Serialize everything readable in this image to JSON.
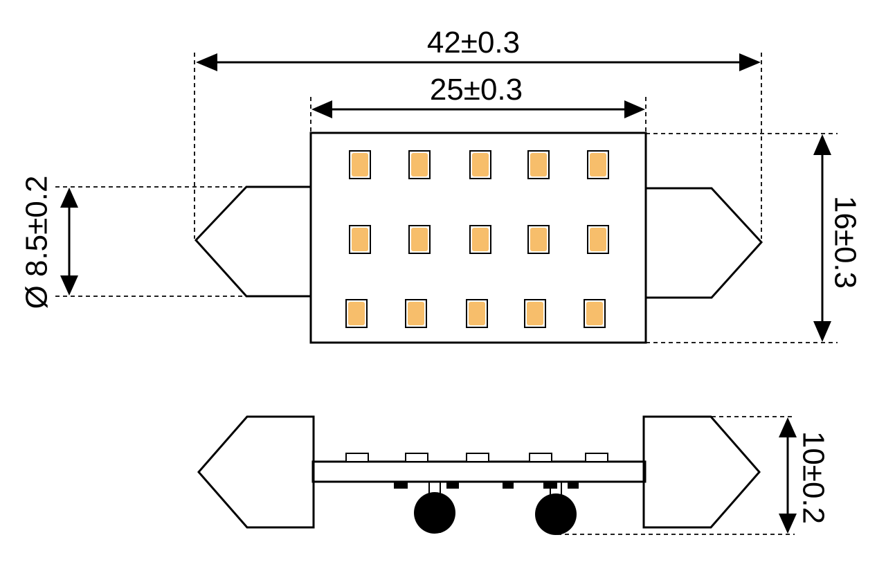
{
  "dimensions": {
    "overall_length": "42±0.3",
    "body_length": "25±0.3",
    "body_height": "16±0.3",
    "cap_diameter": "Ø 8.5±0.2",
    "side_height": "10±0.2"
  },
  "colors": {
    "led": "#F7BE6B",
    "outline": "#000000",
    "background": "#FFFFFF"
  }
}
